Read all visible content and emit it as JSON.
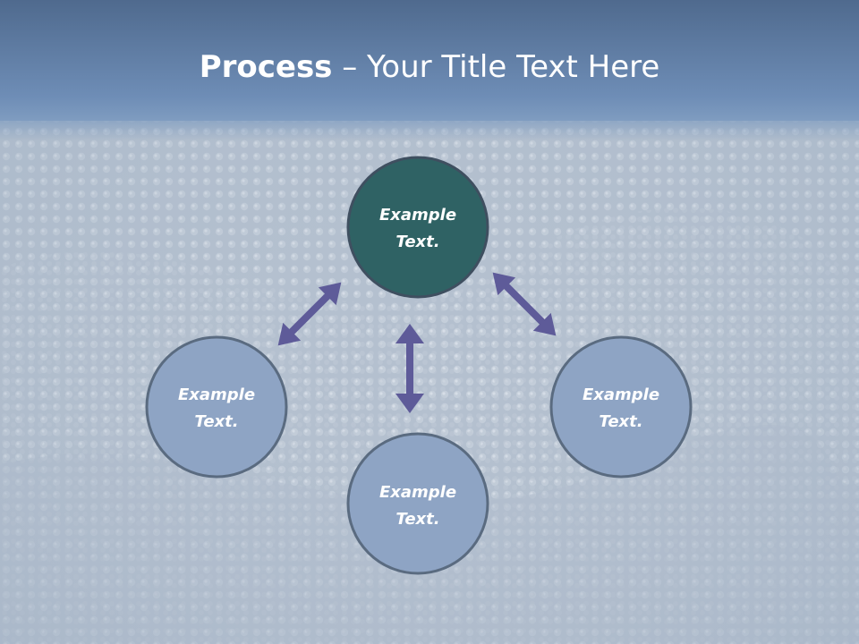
{
  "slide": {
    "title_bold": "Process",
    "title_rest": " – Your Title Text Here"
  },
  "nodes": {
    "top": {
      "line1": "Example",
      "line2": "Text."
    },
    "left": {
      "line1": "Example",
      "line2": "Text."
    },
    "right": {
      "line1": "Example",
      "line2": "Text."
    },
    "bottom": {
      "line1": "Example",
      "line2": "Text."
    }
  },
  "colors": {
    "top_node": "#2f6264",
    "other_nodes": "#8ea4c4",
    "node_border": "#3f4f60",
    "arrow": "#5e5b99",
    "title_band": "#6e8db6"
  }
}
